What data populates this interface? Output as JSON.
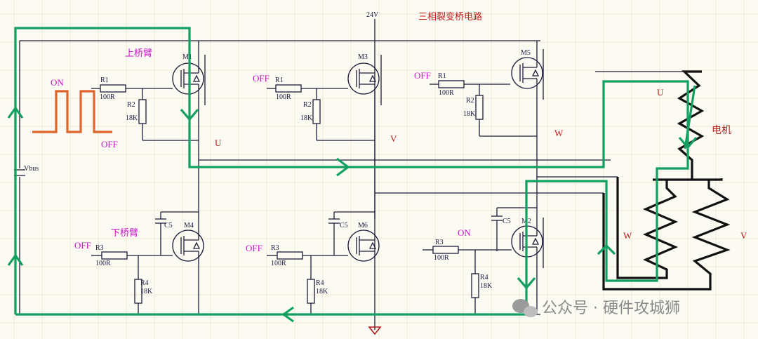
{
  "title": "三相裂变桥电路",
  "supply": "24V",
  "vbus": "Vbus",
  "labels": {
    "upper_arm": "上桥臂",
    "lower_arm": "下桥臂",
    "motor": "电机"
  },
  "states": {
    "on": "ON",
    "off": "OFF"
  },
  "nodes": {
    "u": "U",
    "v": "V",
    "w": "W"
  },
  "mosfets": {
    "m1": "M1",
    "m3": "M3",
    "m5": "M5",
    "m4": "M4",
    "m6": "M6",
    "m2": "M2"
  },
  "parts": {
    "r1": "R1",
    "r1_val": "100R",
    "r2": "R2",
    "r2_val": "18K",
    "r3": "R3",
    "r3_val": "100R",
    "r4": "R4",
    "r4_val": "18K",
    "c5": "C5"
  },
  "watermark": "公众号 · 硬件攻城狮",
  "colors": {
    "current_path": "#12a060",
    "wire": "#1c1c3a",
    "highlight": "#b01818",
    "state_label": "#cc11cc",
    "pulse": "#e0652a"
  }
}
